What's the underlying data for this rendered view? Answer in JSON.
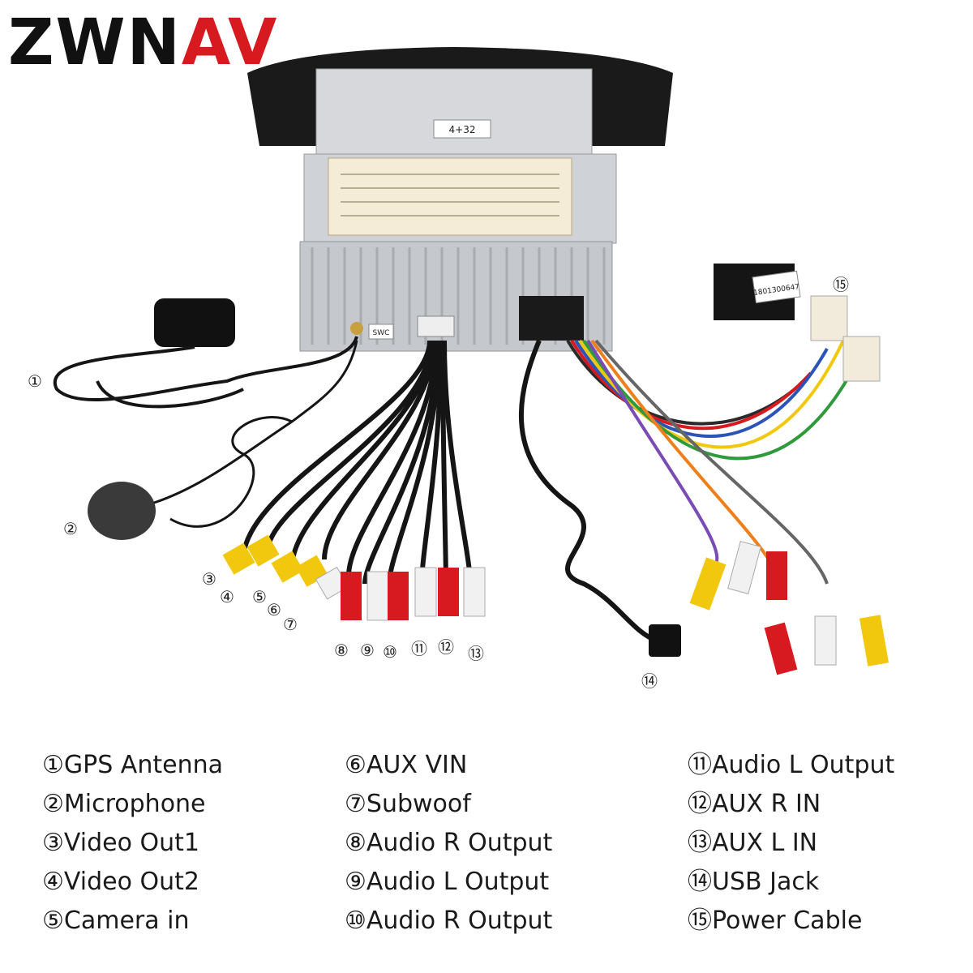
{
  "brand": {
    "text_main": "ZWN",
    "text_accent": "AV",
    "accent_color": "#d71920"
  },
  "unit_labels": {
    "product_label": "4+32",
    "swc_label": "SWC",
    "harness_tag": "1801300647"
  },
  "callouts": [
    "①",
    "②",
    "③",
    "④",
    "⑤",
    "⑥",
    "⑦",
    "⑧",
    "⑨",
    "⑩",
    "⑪",
    "⑫",
    "⑬",
    "⑭",
    "⑮"
  ],
  "legend": {
    "col1": [
      "①GPS Antenna",
      "②Microphone",
      "③Video Out1",
      "④Video Out2",
      "⑤Camera in"
    ],
    "col2": [
      "⑥AUX VIN",
      "⑦Subwoof",
      "⑧Audio R Output",
      "⑨Audio L Output",
      "⑩Audio R Output"
    ],
    "col3": [
      "⑪Audio L Output",
      "⑫AUX R IN",
      "⑬AUX L IN",
      "⑭USB Jack",
      "⑮Power Cable"
    ]
  },
  "colors": {
    "rca_yellow": "#f2c80f",
    "rca_red": "#d71920",
    "rca_white": "#f1f1f1",
    "chassis": "#c9ccd0",
    "cable": "#151515"
  }
}
